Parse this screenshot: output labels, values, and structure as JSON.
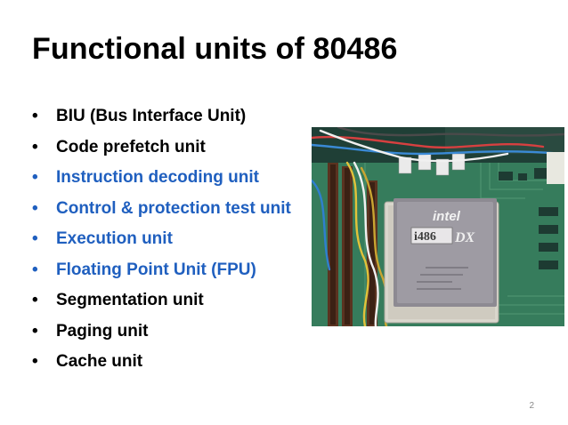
{
  "slide": {
    "title": "Functional units of 80486",
    "bullet_symbol": "•",
    "bullets": [
      {
        "text": "BIU (Bus Interface Unit)",
        "color": "#000000"
      },
      {
        "text": "Code prefetch unit",
        "color": "#000000"
      },
      {
        "text": "Instruction decoding unit",
        "color": "#1f5fbf"
      },
      {
        "text": "Control & protection test unit",
        "color": "#1f5fbf"
      },
      {
        "text": "Execution unit",
        "color": "#1f5fbf"
      },
      {
        "text": "Floating Point Unit (FPU)",
        "color": "#1f5fbf"
      },
      {
        "text": "Segmentation unit",
        "color": "#000000"
      },
      {
        "text": "Paging unit",
        "color": "#000000"
      },
      {
        "text": "Cache unit",
        "color": "#000000"
      }
    ],
    "image": {
      "chip_brand": "intel",
      "chip_model": "i486",
      "chip_suffix": "DX"
    },
    "page_number": "2"
  }
}
